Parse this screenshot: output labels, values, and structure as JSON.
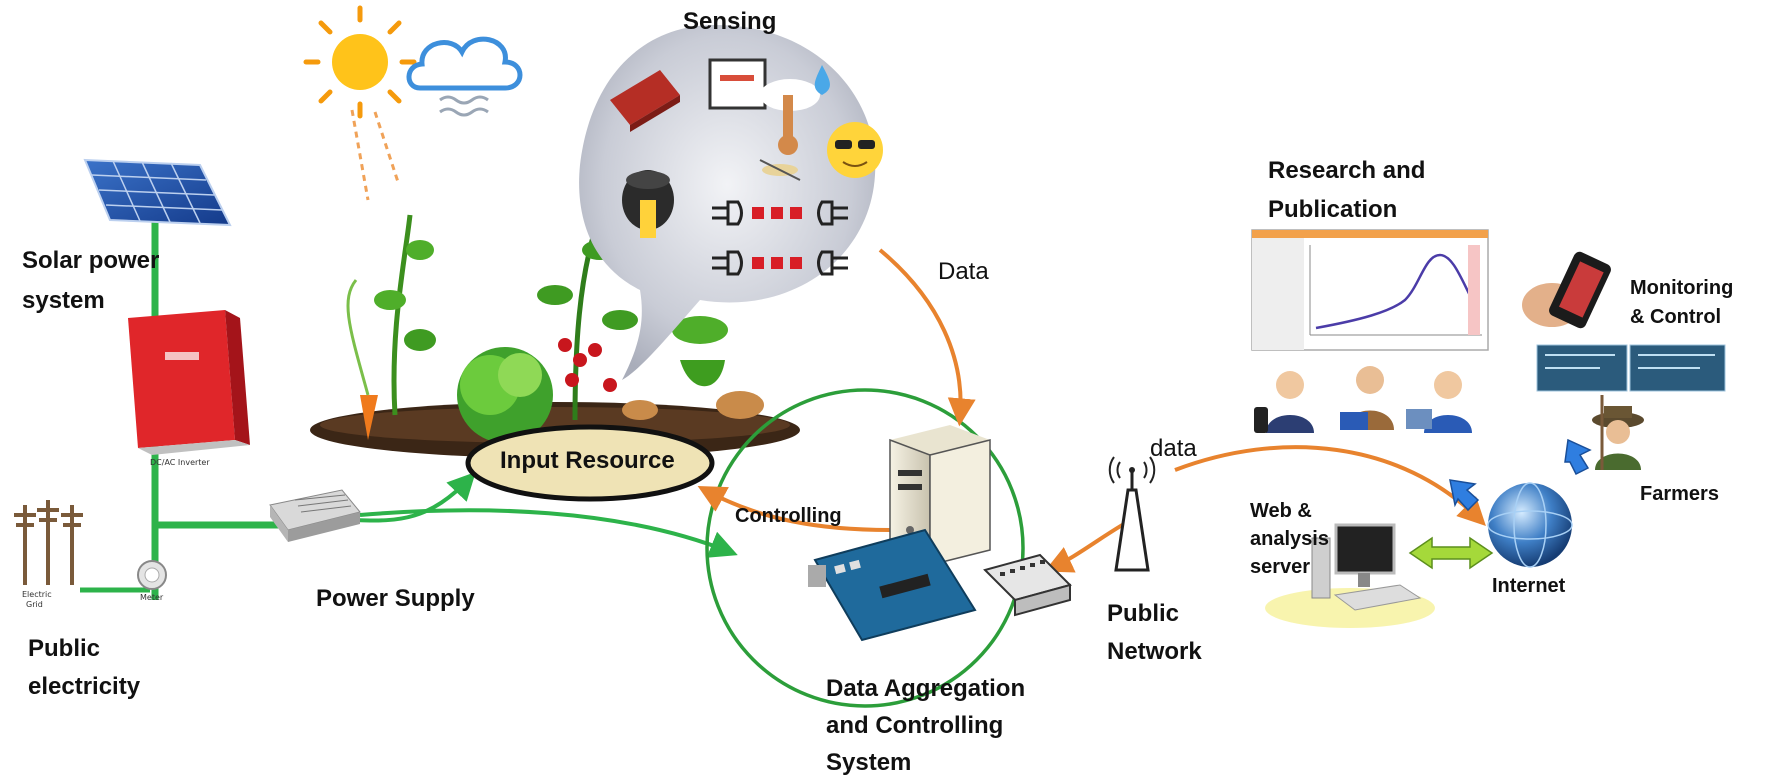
{
  "labels": {
    "sensing": "Sensing",
    "data_top": "Data",
    "research_line1": "Research and",
    "research_line2": "Publication",
    "monitoring_line1": "Monitoring",
    "monitoring_line2": "& Control",
    "solar_line1": "Solar power",
    "solar_line2": "system",
    "input_resource": "Input Resource",
    "controlling": "Controlling",
    "data_right": "data",
    "farmers": "Farmers",
    "web_line1": "Web &",
    "web_line2": "analysis",
    "web_line3": "server",
    "internet": "Internet",
    "power_supply": "Power Supply",
    "public_network_line1": "Public",
    "public_network_line2": "Network",
    "public_elec_line1": "Public",
    "public_elec_line2": "electricity",
    "aggregation_line1": "Data Aggregation",
    "aggregation_line2": "and Controlling",
    "aggregation_line3": "System",
    "inverter_caption": "DC/AC Inverter",
    "grid_caption_1": "Electric",
    "grid_caption_2": "Grid",
    "meter_caption": "Meter"
  },
  "colors": {
    "power_line": "#2db34a",
    "data_arrow": "#e8832e",
    "aggregation_circle": "#2c9e3a",
    "input_ellipse_fill": "#efe3b5",
    "inverter_red": "#e0262a"
  },
  "icons": [
    "sun-icon",
    "cloud-icon",
    "solar-panel-icon",
    "inverter-icon",
    "power-pole-icon",
    "meter-icon",
    "power-supply-icon",
    "plants-icon",
    "sensor-bubble-icon",
    "server-tower-icon",
    "arduino-board-icon",
    "network-switch-icon",
    "antenna-icon",
    "chart-screen-icon",
    "researchers-icon",
    "smartphone-icon",
    "farmer-icon",
    "globe-icon",
    "computer-server-icon"
  ]
}
